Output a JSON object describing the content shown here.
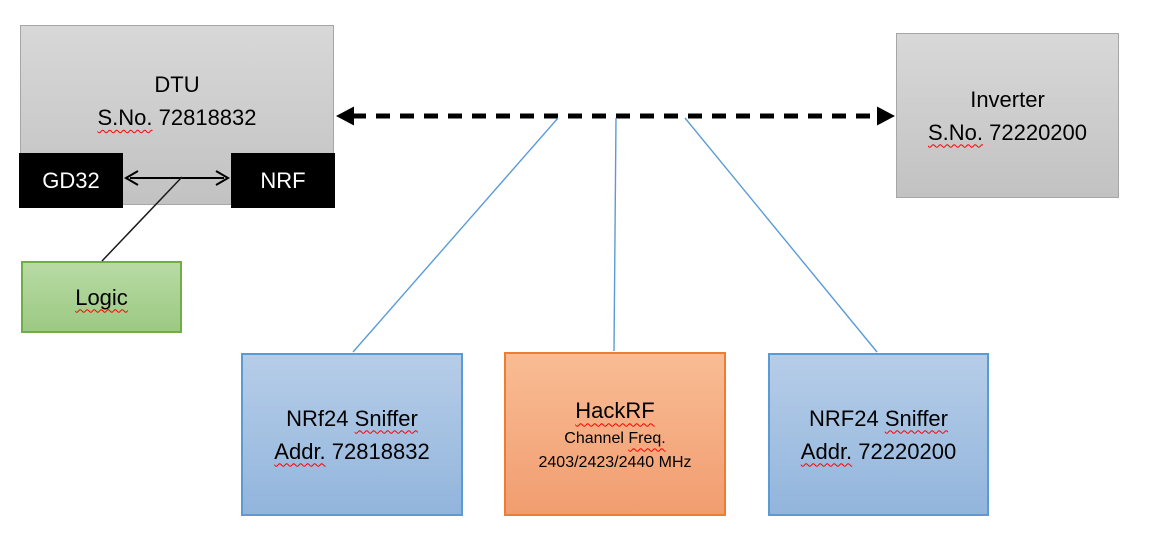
{
  "diagram": {
    "dtu": {
      "title": "DTU",
      "serial_label": "S.No.",
      "serial": "72818832"
    },
    "gd32": {
      "label": "GD32"
    },
    "nrf": {
      "label": "NRF"
    },
    "logic": {
      "label": "Logic"
    },
    "inverter": {
      "title": "Inverter",
      "serial_label": "S.No.",
      "serial": "72220200"
    },
    "sniffer_left": {
      "name_a": "NRf24",
      "name_b": "Sniffer",
      "addr_label": "Addr.",
      "addr": "72818832"
    },
    "hackrf": {
      "title": "HackRF",
      "freq_label_a": "Channel",
      "freq_label_b": "Freq.",
      "freqs": "2403/2423/2440 MHz"
    },
    "sniffer_right": {
      "name_a": "NRF24",
      "name_b": "Sniffer",
      "addr_label": "Addr.",
      "addr": "72220200"
    }
  },
  "colors": {
    "gray_fill": "#cdcdcd",
    "gray_border": "#a6a6a6",
    "chip_black": "#000000",
    "green_fill": "#a9d18e",
    "green_border": "#70ad47",
    "blue_fill": "#a3c1e0",
    "blue_border": "#5b9bd5",
    "orange_fill": "#f4a97e",
    "orange_border": "#ed7d31",
    "connector_blue": "#5b9bd5",
    "arrow_black": "#000000",
    "spellcheck_red": "#ff0000"
  }
}
